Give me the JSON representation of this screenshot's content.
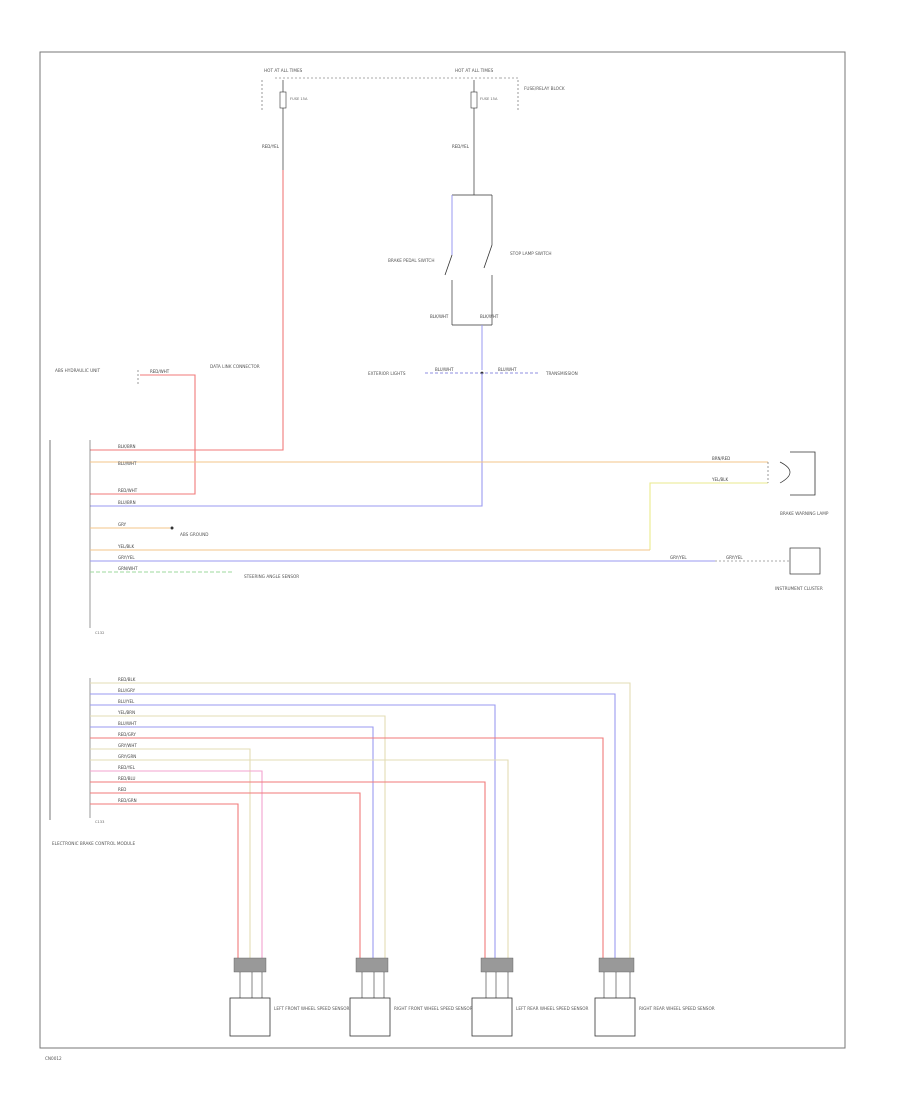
{
  "colors": {
    "red": "#f07a7a",
    "blue": "#9a9af0",
    "orange": "#f3c48a",
    "yellow": "#eaea8c",
    "tan": "#e3dcb4",
    "pink": "#f3a3cf",
    "green": "#9ed89e",
    "darkblue": "#6b6bd8",
    "black": "#333333"
  },
  "top": {
    "hot_at_all_times_left": "HOT AT ALL TIMES",
    "hot_at_all_times_right": "HOT AT ALL TIMES",
    "fuse_left": "FUSE 15A",
    "fuse_right": "FUSE 15A",
    "fuse_block": "FUSE/RELAY BLOCK",
    "wire_top_left": "RED/YEL",
    "wire_top_right": "RED/YEL"
  },
  "switches": {
    "left_label": "BRAKE PEDAL SWITCH",
    "right_label": "STOP LAMP SWITCH",
    "left_wire": "BLK/WHT",
    "right_wire": "BLK/WHT"
  },
  "bus": {
    "left_label": "EXTERIOR LIGHTS",
    "right_label": "TRANSMISSION",
    "wire": "BLU/WHT"
  },
  "upper_left": {
    "module_label": "ABS HYDRAULIC UNIT",
    "data_link_label": "DATA LINK CONNECTOR",
    "wire": "RED/WHT"
  },
  "right_side": {
    "wire_upper": "BRN/RED",
    "wire_mid": "YEL/BLK",
    "warning_lamp": "BRAKE WARNING LAMP",
    "instrument_cluster": "INSTRUMENT CLUSTER",
    "wire_canl": "GRY/YEL"
  },
  "left_labels": {
    "ground": "ABS GROUND",
    "speed_sensor": "STEERING ANGLE SENSOR",
    "connector_top": "C132",
    "connector_bottom": "C133",
    "module": "ELECTRONIC BRAKE CONTROL MODULE"
  },
  "rows_upper": [
    "BLK/BRN",
    "BLU/WHT",
    "RED/WHT",
    "BLU/BRN",
    "GRY",
    "YEL/BLK",
    "GRY/YEL",
    "GRN/WHT"
  ],
  "rows_lower": [
    "RED/BLK",
    "BLU/GRY",
    "BLU/YEL",
    "YEL/BRN",
    "BLU/WHT",
    "RED/GRY",
    "GRY/WHT",
    "GRY/GRN",
    "RED/YEL",
    "RED/BLU",
    "RED",
    "RED/GRN"
  ],
  "sensors": [
    {
      "label": "LEFT FRONT WHEEL SPEED SENSOR"
    },
    {
      "label": "RIGHT FRONT WHEEL SPEED SENSOR"
    },
    {
      "label": "LEFT REAR WHEEL SPEED SENSOR"
    },
    {
      "label": "RIGHT REAR WHEEL SPEED SENSOR"
    }
  ],
  "footer": {
    "code": "CN0012"
  }
}
